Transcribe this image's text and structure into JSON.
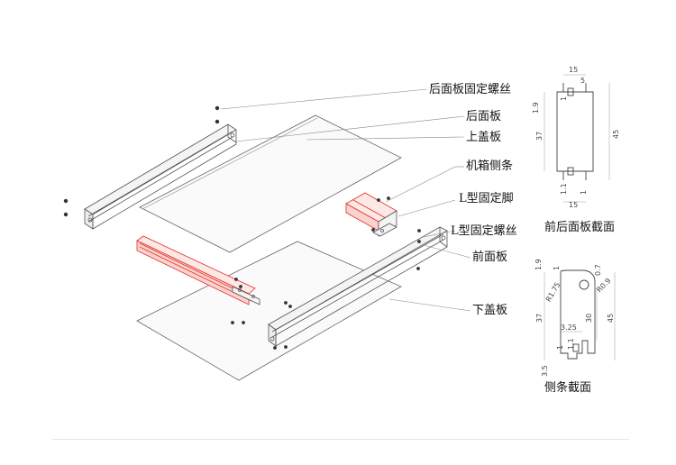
{
  "labels": {
    "rear_panel_screw": "后面板固定螺丝",
    "rear_panel": "后面板",
    "top_cover": "上盖板",
    "side_rail": "机箱侧条",
    "l_bracket": "L型固定脚",
    "l_bracket_screw": "L型固定螺丝",
    "front_panel": "前面板",
    "bottom_cover": "下盖板"
  },
  "captions": {
    "panel_section": "前后面板截面",
    "rail_section": "侧条截面"
  },
  "dims_panel": {
    "top_width": "15",
    "top_small": "5",
    "left_top": "1.9",
    "left_mid": "37",
    "right_height": "45",
    "bot_small": "1.1",
    "bot_width": "15",
    "bot_tiny": "1",
    "mid_small": "1"
  },
  "dims_rail": {
    "left_top": "1.9",
    "top_small": "1",
    "top_right": "0.7",
    "radius1": "R1.75",
    "radius2": "R0.9",
    "left_mid": "37",
    "inner_h": "30",
    "right_h": "45",
    "w325": "3.25",
    "small1": "1",
    "small11": "1.1",
    "bot35": "3.5"
  },
  "colors": {
    "highlight": "#e0302a",
    "line": "#555555"
  }
}
